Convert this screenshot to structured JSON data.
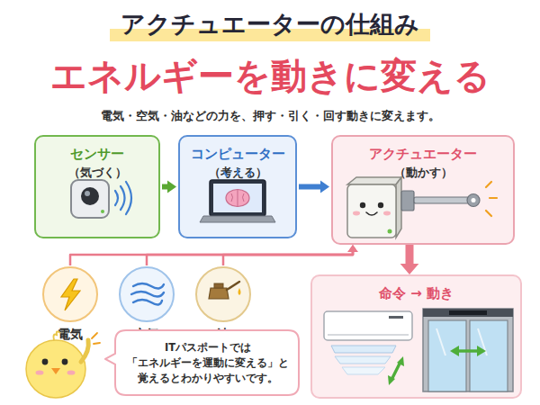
{
  "diagram": {
    "title": "アクチュエーターの仕組み",
    "nodes": [
      {
        "text": [
          "センサー",
          "（気づく）"
        ]
      },
      {
        "text": [
          "コンピューター",
          "（考える）"
        ]
      },
      {
        "text": [
          "アクチュエーター",
          "（動かす）"
        ]
      },
      {
        "text": [
          "電気"
        ]
      },
      {
        "text": [
          "空気"
        ]
      },
      {
        "text": [
          "油"
        ]
      },
      {
        "text": [
          "命令 → 動き"
        ]
      },
      {
        "text": [
          "ITパスポートでは 「エネルギーを運動に変える」と 覚えるとわかりやすいです。"
        ]
      }
    ],
    "edges": [
      {
        "from": 0,
        "to": 1,
        "arrow": "to"
      },
      {
        "from": 1,
        "to": 2,
        "arrow": "to"
      },
      {
        "from": 2,
        "to": 6,
        "arrow": "to"
      },
      {
        "from": 3,
        "to": 2,
        "arrow": "to"
      },
      {
        "from": 4,
        "to": 2,
        "arrow": "to"
      },
      {
        "from": 5,
        "to": 2,
        "arrow": "to"
      }
    ],
    "labels": [
      "エネルギーを動きに変える",
      "電気・空気・油などの力を、押す・引く・回す動きに変えます。"
    ]
  }
}
